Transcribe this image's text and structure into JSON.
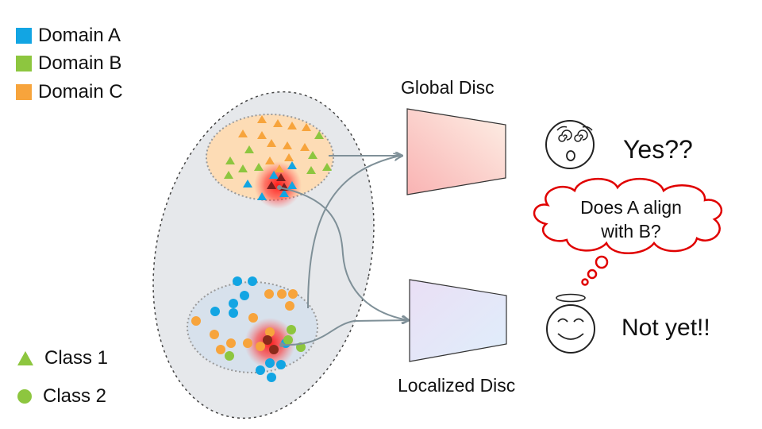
{
  "colors": {
    "domain_a": "#12a5e3",
    "domain_b": "#8dc63f",
    "domain_c": "#f7a43c",
    "hotspot": "#ff2020",
    "thought_outline": "#e00000",
    "arrow": "#7f9098"
  },
  "legend": {
    "domains": [
      {
        "label": "Domain A",
        "color": "#12a5e3"
      },
      {
        "label": "Domain B",
        "color": "#8dc63f"
      },
      {
        "label": "Domain C",
        "color": "#f7a43c"
      }
    ],
    "shapes": [
      {
        "label": "Class 1",
        "shape": "triangle-icon"
      },
      {
        "label": "Class 2",
        "shape": "circle-icon"
      }
    ]
  },
  "discs": {
    "global_label": "Global Disc",
    "local_label": "Localized Disc"
  },
  "responses": {
    "global": "Yes??",
    "local": "Not yet!!"
  },
  "thought": {
    "line1": "Does A align",
    "line2": "with B?"
  },
  "icons": {
    "global_face": "dizzy-face-icon",
    "local_face": "halo-smile-face-icon"
  }
}
